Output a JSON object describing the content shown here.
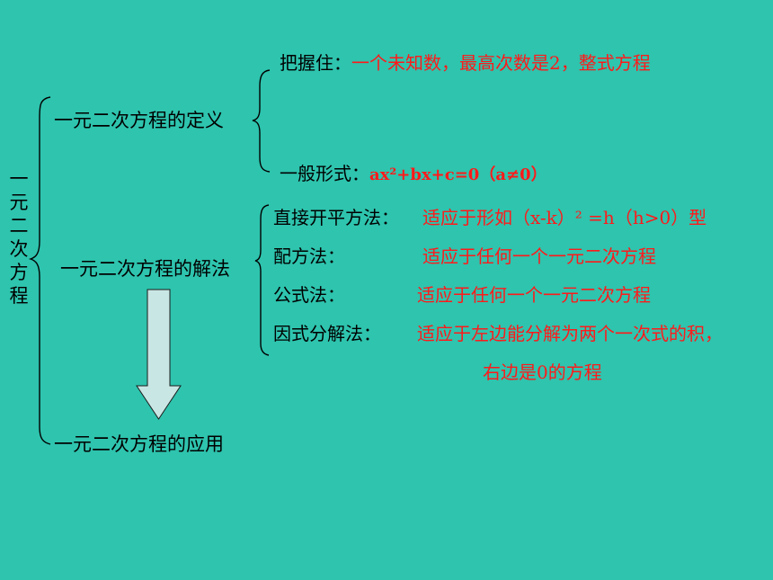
{
  "root": {
    "chars": [
      "一",
      "元",
      "二",
      "次",
      "方",
      "程"
    ]
  },
  "branches": {
    "definition": "一元二次方程的定义",
    "solutions": "一元二次方程的解法",
    "application": "一元二次方程的应用"
  },
  "definition_items": [
    {
      "label": "把握住：",
      "value": "一个未知数，最高次数是2，整式方程"
    },
    {
      "label": "一般形式：",
      "value": "ax²+bx+c=0（a≠0）"
    }
  ],
  "solution_methods": [
    {
      "label": "直接开平方法：",
      "value": "适应于形如（x-k）² =h（h>0）型"
    },
    {
      "label": "配方法：",
      "value": "适应于任何一个一元二次方程"
    },
    {
      "label": "公式法：",
      "value": "适应于任何一个一元二次方程"
    },
    {
      "label": "因式分解法：",
      "value": "适应于左边能分解为两个一次式的积，",
      "value_cont": "右边是0的方程"
    }
  ],
  "colors": {
    "background": "#2ec4ae",
    "highlight": "#ff1a1a",
    "text": "#000000",
    "arrow_fill": "#c8e6e4"
  }
}
